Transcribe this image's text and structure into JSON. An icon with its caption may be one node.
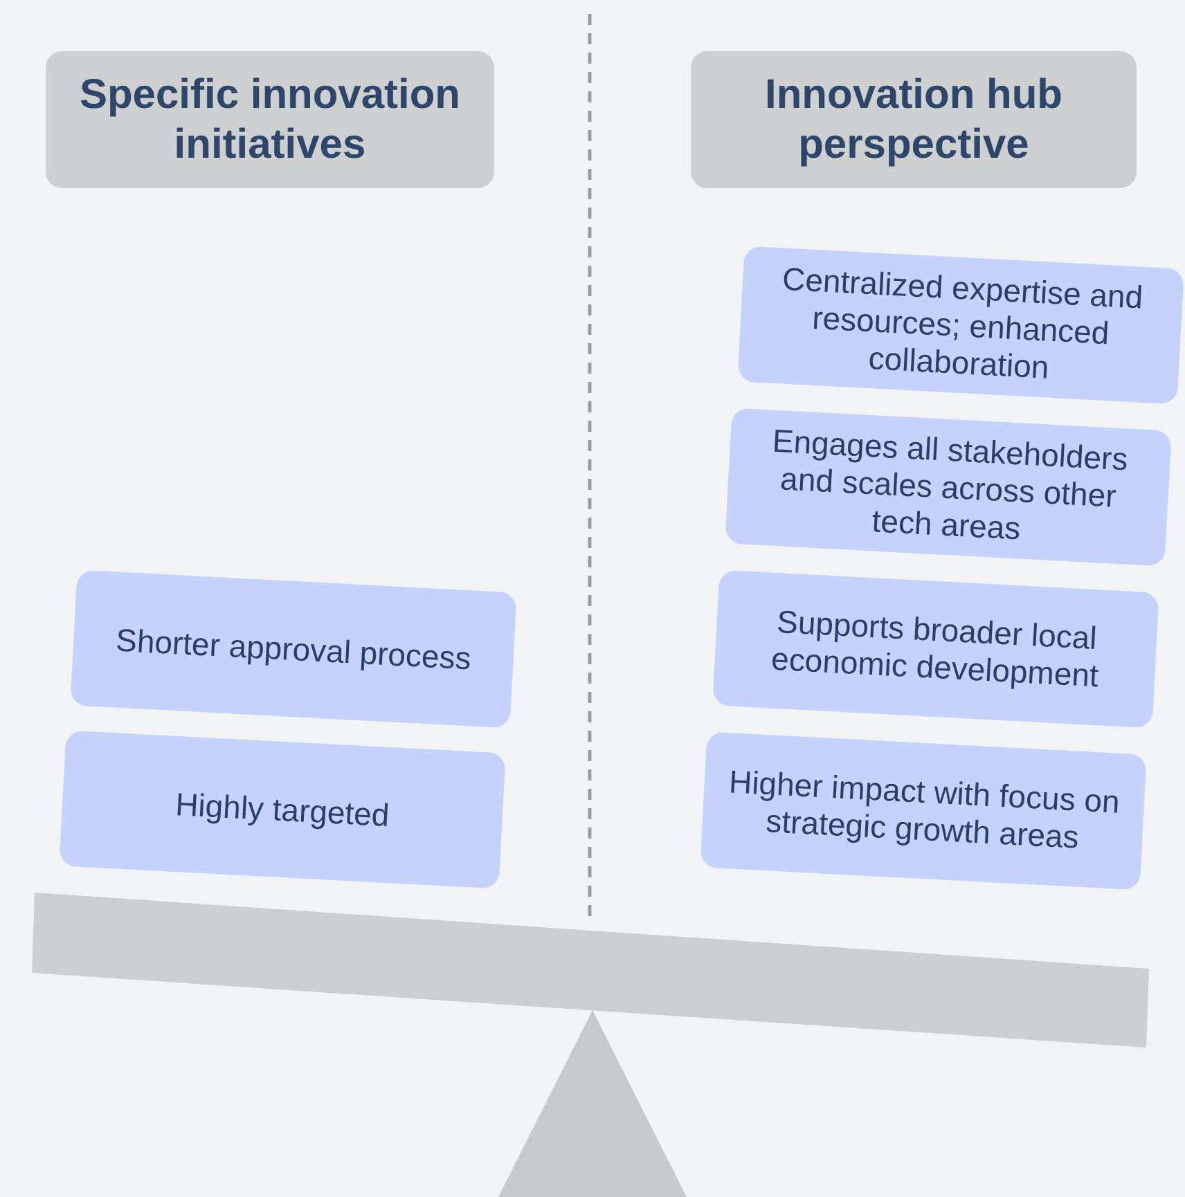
{
  "diagram": {
    "nodes": [
      {
        "text": [
          "Specific innovation initiatives"
        ]
      },
      {
        "text": [
          "Innovation hub perspective"
        ]
      },
      {
        "text": [
          "Shorter approval process"
        ]
      },
      {
        "text": [
          "Highly targeted"
        ]
      },
      {
        "text": [
          "Centralized expertise and resources; enhanced collaboration"
        ]
      },
      {
        "text": [
          "Engages all stakeholders and scales across other tech areas"
        ]
      },
      {
        "text": [
          "Supports broader local economic development"
        ]
      },
      {
        "text": [
          "Higher impact with focus on strategic growth areas"
        ]
      }
    ],
    "edges": []
  }
}
